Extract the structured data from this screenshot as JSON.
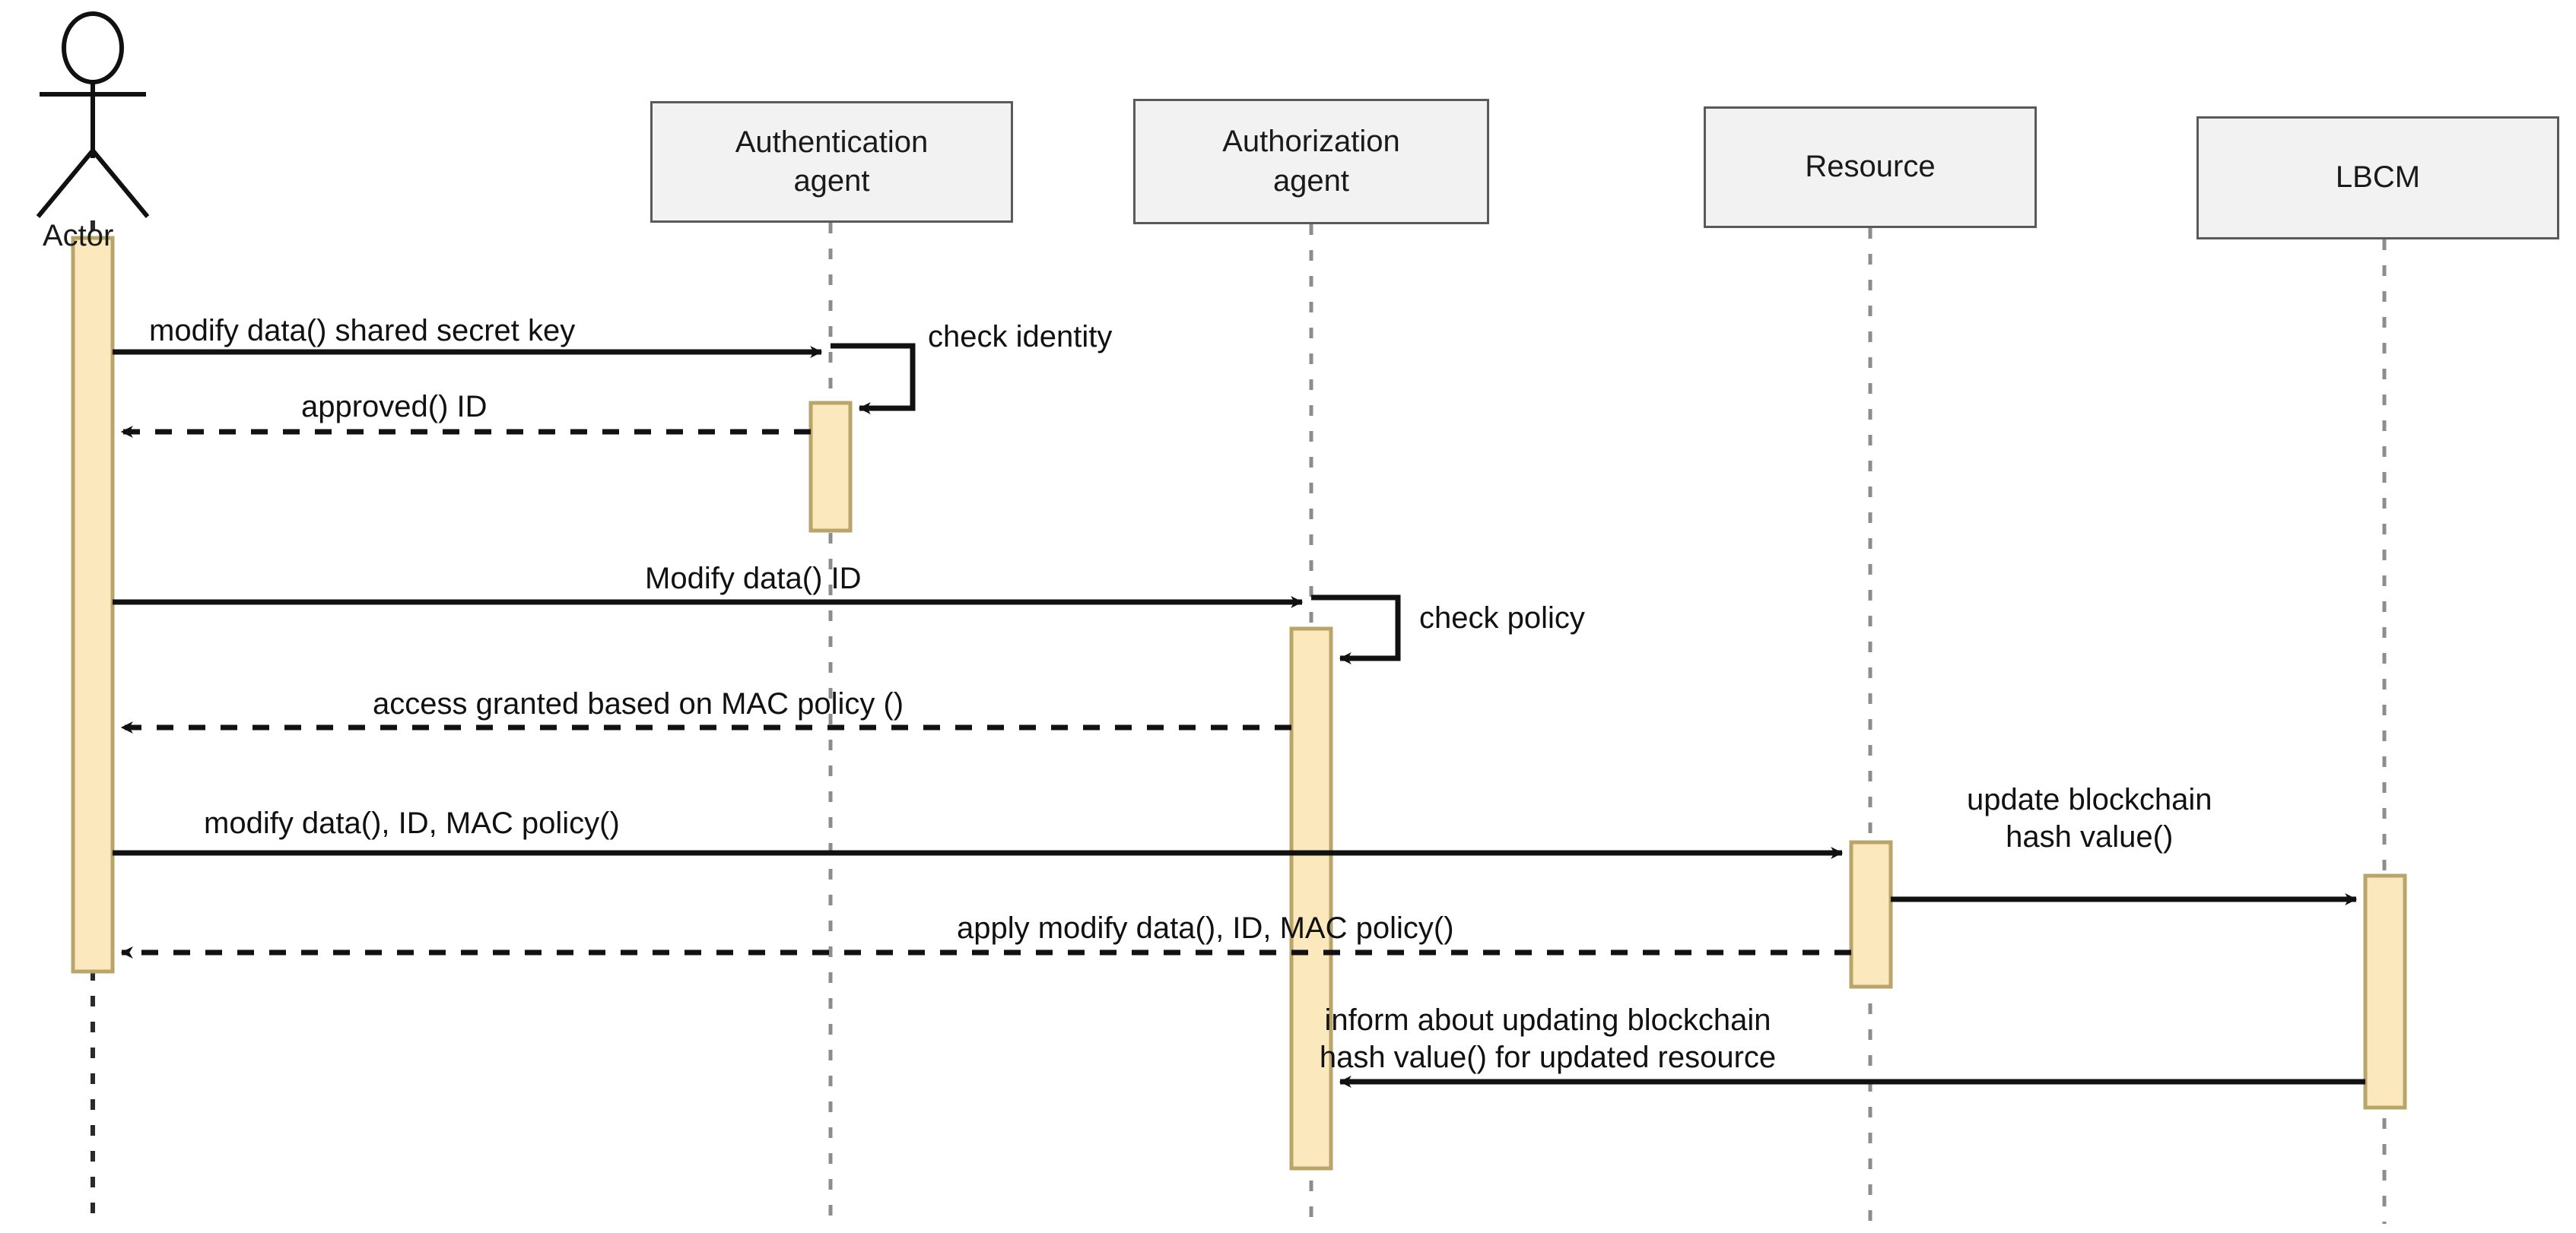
{
  "diagram": {
    "type": "uml-sequence-diagram",
    "background_color": "#ffffff",
    "activation_fill": "#fbe9bd",
    "activation_stroke": "#b9a46a",
    "header_fill": "#f2f2f2",
    "header_stroke": "#5a5a5a",
    "line_color": "#111111"
  },
  "actor": {
    "label": "Actor"
  },
  "lifelines": [
    {
      "id": "actor",
      "label": "Actor"
    },
    {
      "id": "authn",
      "label_line1": "Authentication",
      "label_line2": "agent"
    },
    {
      "id": "authz",
      "label_line1": "Authorization",
      "label_line2": "agent"
    },
    {
      "id": "resource",
      "label_line1": "Resource",
      "label_line2": ""
    },
    {
      "id": "lbcm",
      "label_line1": "LBCM",
      "label_line2": ""
    }
  ],
  "messages": [
    {
      "id": "m1",
      "label": "modify data() shared secret key",
      "from": "actor",
      "to": "authn",
      "style": "solid"
    },
    {
      "id": "m2",
      "label": "check identity",
      "from": "authn",
      "to": "authn",
      "style": "solid"
    },
    {
      "id": "m3",
      "label": "approved() ID",
      "from": "authn",
      "to": "actor",
      "style": "dashed"
    },
    {
      "id": "m4",
      "label": "Modify data() ID",
      "from": "actor",
      "to": "authz",
      "style": "solid"
    },
    {
      "id": "m5",
      "label": "check policy",
      "from": "authz",
      "to": "authz",
      "style": "solid"
    },
    {
      "id": "m6",
      "label": "access granted based on MAC policy ()",
      "from": "authz",
      "to": "actor",
      "style": "dashed"
    },
    {
      "id": "m7",
      "label": "modify data(), ID, MAC policy()",
      "from": "actor",
      "to": "resource",
      "style": "solid"
    },
    {
      "id": "m8",
      "label_line1": "update blockchain",
      "label_line2": "hash value()",
      "from": "resource",
      "to": "lbcm",
      "style": "solid"
    },
    {
      "id": "m9",
      "label": "apply modify data(), ID, MAC policy()",
      "from": "resource",
      "to": "actor",
      "style": "dashed"
    },
    {
      "id": "m10",
      "label_line1": "inform about updating blockchain",
      "label_line2": "hash value() for updated resource",
      "from": "lbcm",
      "to": "authz",
      "style": "solid"
    }
  ]
}
